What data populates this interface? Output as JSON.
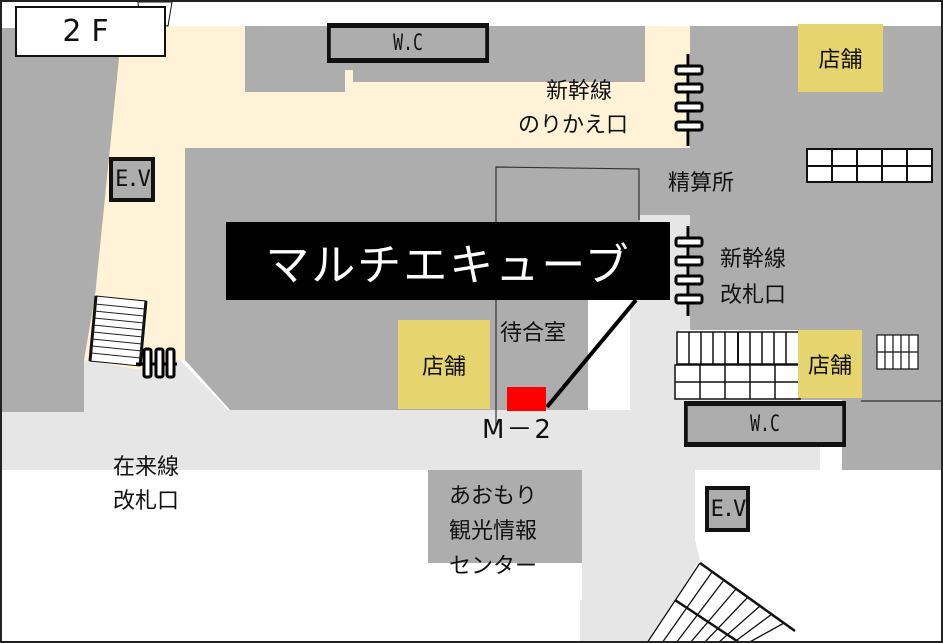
{
  "floor": {
    "label": "2F"
  },
  "title": {
    "label": "マルチエキューブ"
  },
  "marker": {
    "label": "M－2",
    "color": "#ff0000"
  },
  "colors": {
    "building": "#adadad",
    "concourse_paid": "#fff2d6",
    "concourse_public": "#e6e6e6",
    "shop": "#e6d56e",
    "background": "#ffffff",
    "outline": "#111111"
  },
  "facilities": {
    "wc_top": "W.C",
    "wc_right": "W.C",
    "ev_left": "E.V",
    "ev_bottom": "E.V"
  },
  "shops": {
    "top_right": "店舗",
    "center": "店舗",
    "right": "店舗"
  },
  "areas": {
    "shinkansen_transfer": {
      "line1": "新幹線",
      "line2": "のりかえ口"
    },
    "fare_adjustment": "精算所",
    "shinkansen_gate": {
      "line1": "新幹線",
      "line2": "改札口"
    },
    "waiting_room": "待合室",
    "conventional_gate": {
      "line1": "在来線",
      "line2": "改札口"
    },
    "tourist_info": {
      "line1": "あおもり",
      "line2": "観光情報",
      "line3": "センター"
    }
  }
}
